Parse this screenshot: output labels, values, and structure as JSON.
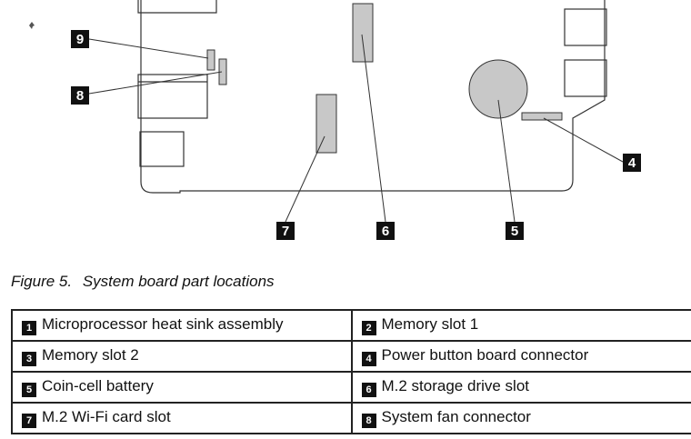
{
  "figure": {
    "label": "Figure 5.",
    "title": "System board part locations"
  },
  "callouts": [
    {
      "num": "4"
    },
    {
      "num": "5"
    },
    {
      "num": "6"
    },
    {
      "num": "7"
    },
    {
      "num": "8"
    },
    {
      "num": "9"
    }
  ],
  "legend": [
    {
      "num": "1",
      "text": "Microprocessor heat sink assembly"
    },
    {
      "num": "2",
      "text": "Memory slot 1"
    },
    {
      "num": "3",
      "text": "Memory slot 2"
    },
    {
      "num": "4",
      "text": "Power button board connector"
    },
    {
      "num": "5",
      "text": "Coin-cell battery"
    },
    {
      "num": "6",
      "text": "M.2 storage drive slot"
    },
    {
      "num": "7",
      "text": "M.2 Wi-Fi card slot"
    },
    {
      "num": "8",
      "text": "System fan connector"
    }
  ]
}
